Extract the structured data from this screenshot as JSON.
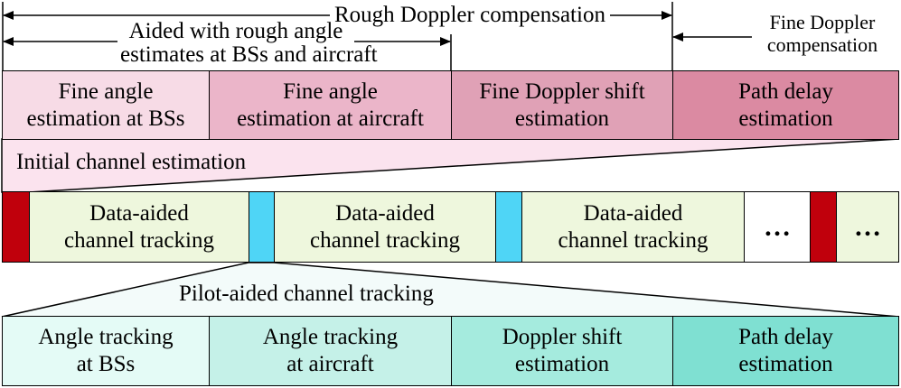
{
  "top": {
    "rough_doppler_label": "Rough Doppler compensation",
    "aided_label_line1": "Aided with rough angle",
    "aided_label_line2": "estimates at BSs and aircraft",
    "fine_doppler_comp_line1": "Fine Doppler",
    "fine_doppler_comp_line2": "compensation"
  },
  "initial_stage": {
    "label": "Initial channel estimation",
    "blocks": [
      {
        "line1": "Fine angle",
        "line2": "estimation at BSs",
        "color": "#f7dbe6"
      },
      {
        "line1": "Fine angle",
        "line2": "estimation at aircraft",
        "color": "#ebb5c9"
      },
      {
        "line1": "Fine Doppler shift",
        "line2": "estimation",
        "color": "#e0a1b6"
      },
      {
        "line1": "Path delay",
        "line2": "estimation",
        "color": "#db8aa2"
      }
    ],
    "fan_color": "#fbe3ee"
  },
  "frame": {
    "pilot_colors": {
      "initial": "#c0000c",
      "tracking": "#4fd5f6"
    },
    "tracking_block": {
      "line1": "Data-aided",
      "line2": "channel tracking",
      "color": "#eef7dd"
    },
    "ellipsis": "…",
    "ellipsis_white_bg": "#ffffff",
    "ellipsis_green_bg": "#eef7dd"
  },
  "pilot_stage": {
    "label": "Pilot-aided channel tracking",
    "blocks": [
      {
        "line1": "Angle tracking",
        "line2": "at BSs",
        "color": "#e4fbf6"
      },
      {
        "line1": "Angle tracking",
        "line2": "at aircraft",
        "color": "#c5f1e8"
      },
      {
        "line1": "Doppler shift",
        "line2": "estimation",
        "color": "#a5ebde"
      },
      {
        "line1": "Path delay",
        "line2": "estimation",
        "color": "#7fe0d2"
      }
    ],
    "fan_color": "#f3fbfa"
  }
}
